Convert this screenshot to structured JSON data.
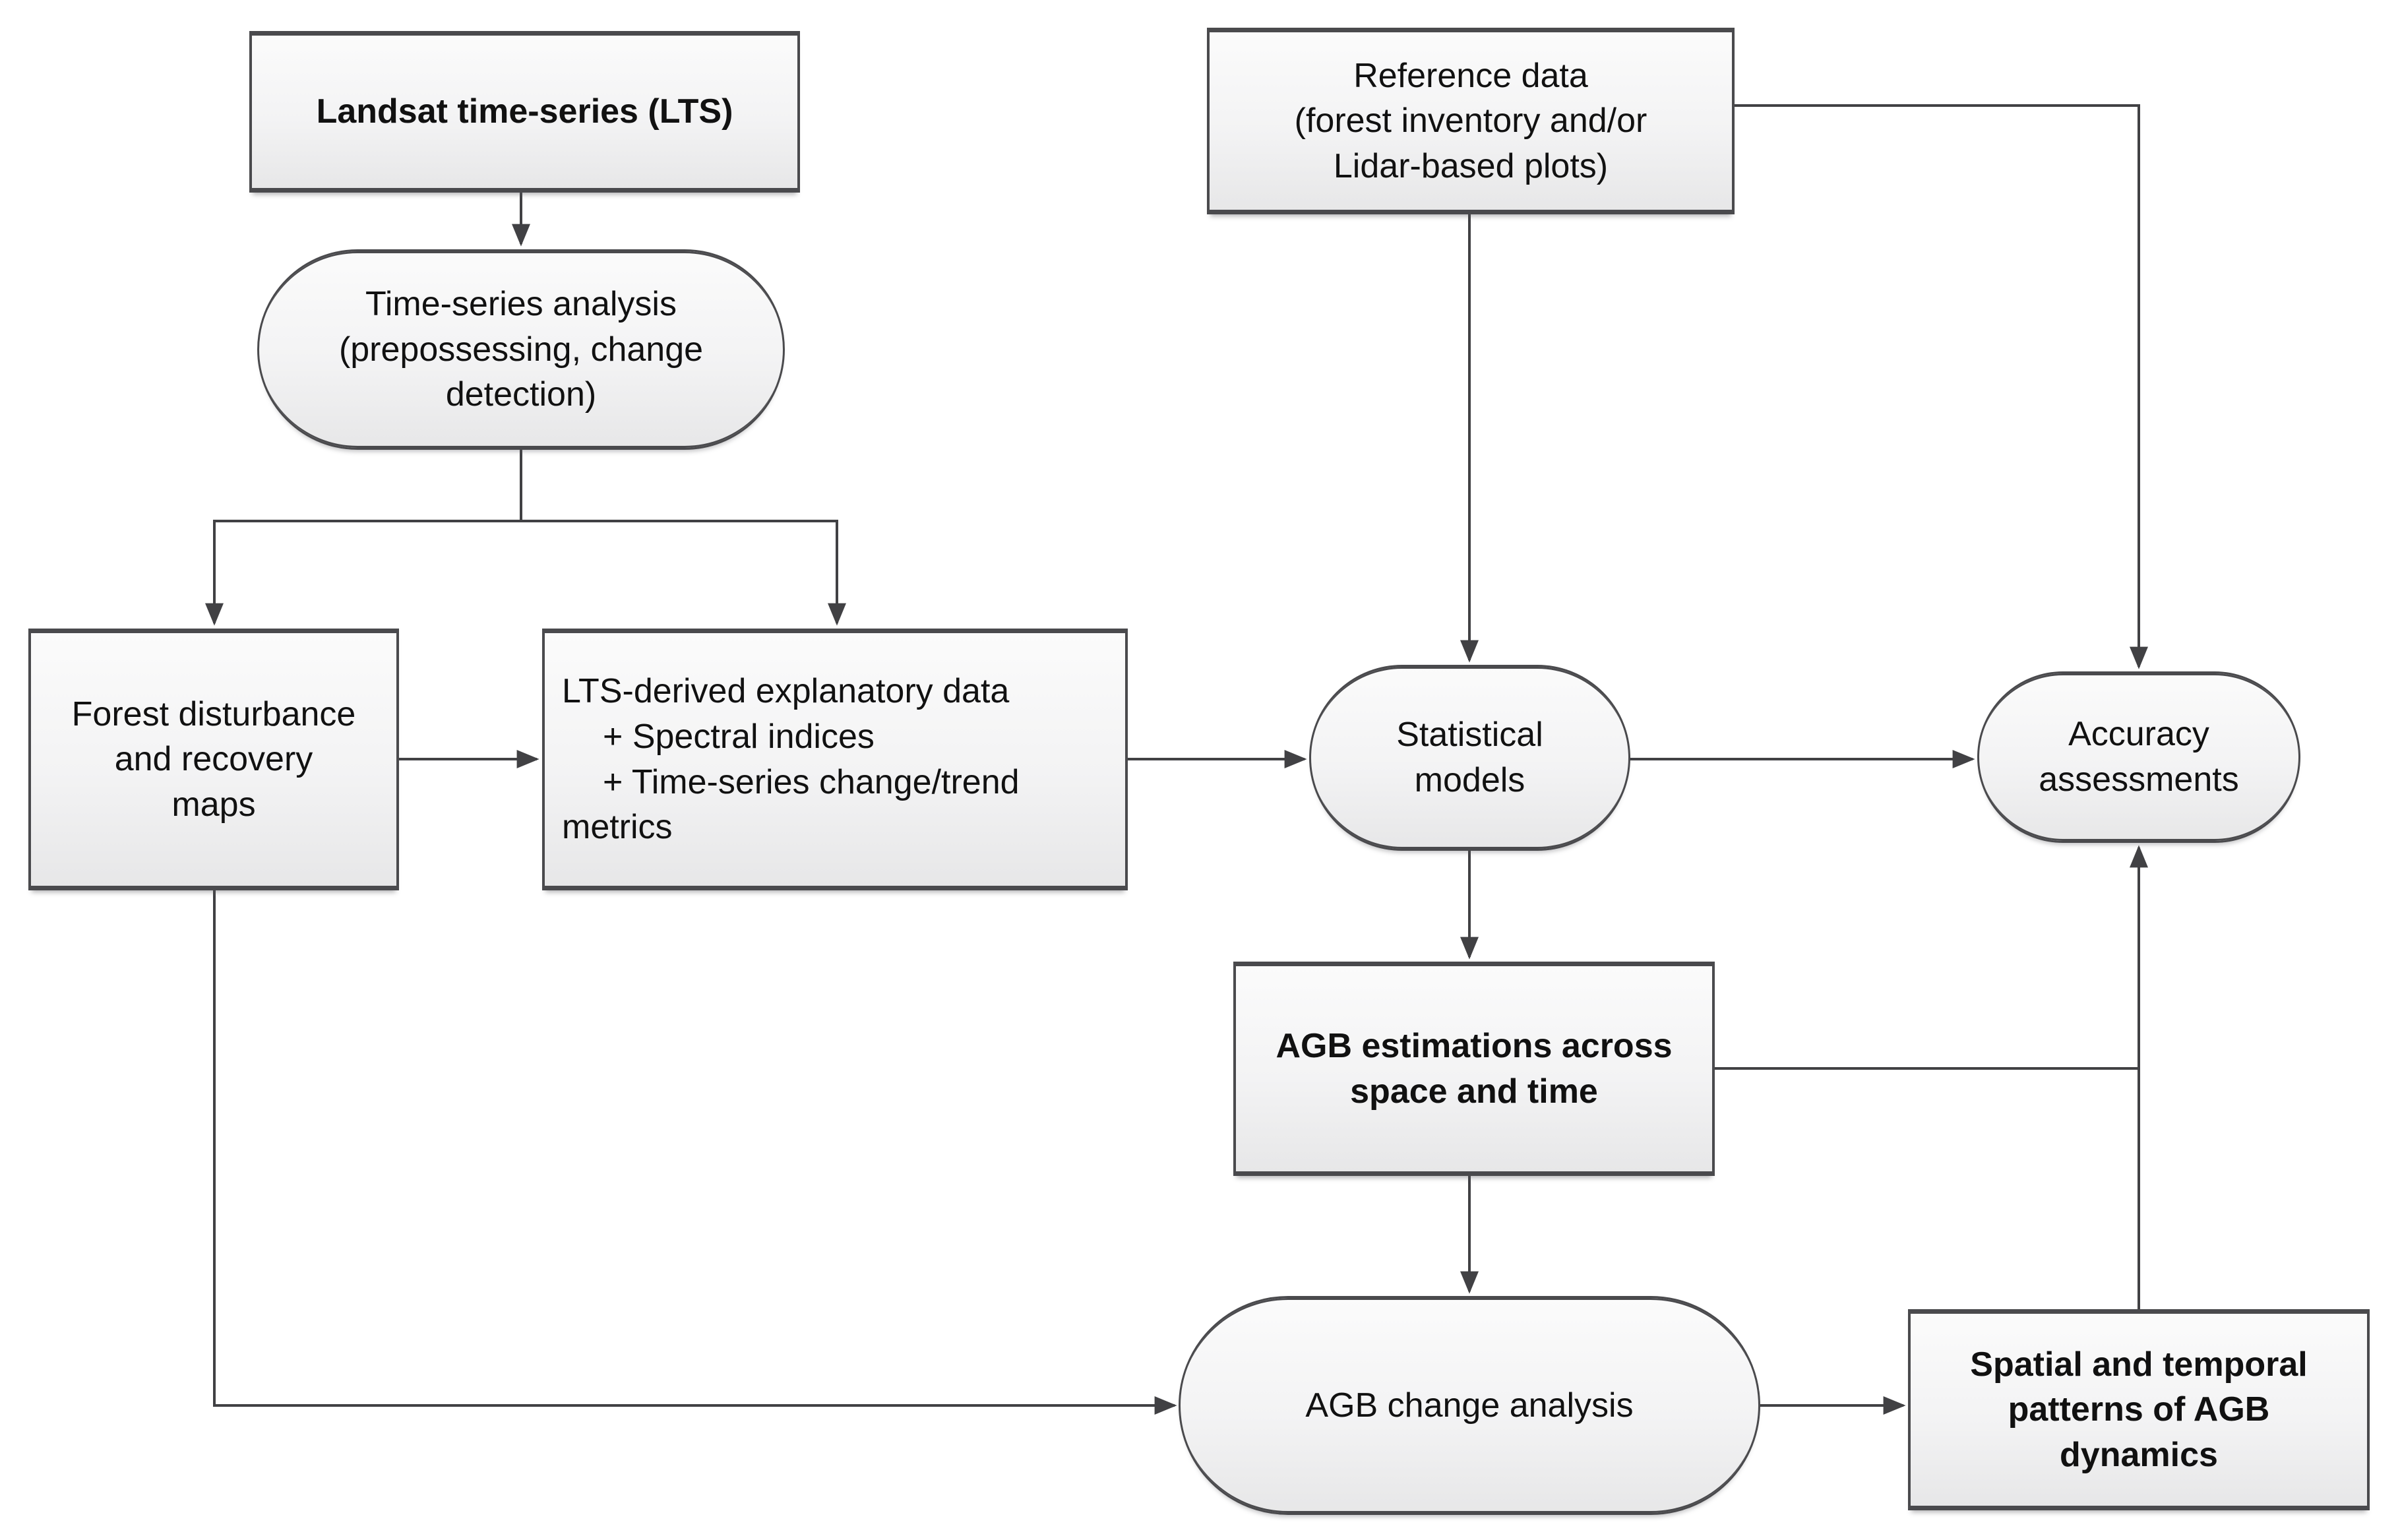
{
  "figure": {
    "title_semantic": "Landsat time-series AGB estimation workflow flowchart",
    "colors": {
      "border": "#4a4a4d",
      "arrow": "#414144",
      "fill_top": "#fbfbfb",
      "fill_bottom": "#e7e7e8",
      "text": "#111111",
      "background": "#ffffff"
    },
    "nodes": {
      "lts": {
        "shape": "rectangle",
        "bold": true,
        "lines": [
          "Landsat time-series (LTS)"
        ]
      },
      "reference": {
        "shape": "rectangle",
        "bold": false,
        "lines": [
          "Reference data",
          "(forest inventory and/or",
          "Lidar-based plots)"
        ]
      },
      "ts_analysis": {
        "shape": "stadium",
        "bold": false,
        "lines": [
          "Time-series analysis",
          "(prepossessing, change",
          "detection)"
        ]
      },
      "forest": {
        "shape": "rectangle",
        "bold": false,
        "lines": [
          "Forest disturbance",
          "and recovery",
          "maps"
        ]
      },
      "lts_derived": {
        "shape": "rectangle",
        "bold": false,
        "lines": [
          "LTS-derived explanatory data",
          "+ Spectral indices",
          "+ Time-series change/trend",
          "metrics"
        ]
      },
      "stat_models": {
        "shape": "stadium",
        "bold": false,
        "lines": [
          "Statistical",
          "models"
        ]
      },
      "accuracy": {
        "shape": "stadium",
        "bold": false,
        "lines": [
          "Accuracy",
          "assessments"
        ]
      },
      "agb_est": {
        "shape": "rectangle",
        "bold": true,
        "lines": [
          "AGB estimations across",
          "space and time"
        ]
      },
      "agb_change": {
        "shape": "stadium",
        "bold": false,
        "lines": [
          "AGB change analysis"
        ]
      },
      "spatial": {
        "shape": "rectangle",
        "bold": true,
        "lines": [
          "Spatial and temporal",
          "patterns of AGB",
          "dynamics"
        ]
      }
    },
    "edges": [
      "lts -> ts_analysis",
      "ts_analysis -> forest",
      "ts_analysis -> lts_derived",
      "forest -> lts_derived",
      "lts_derived -> stat_models",
      "reference -> stat_models",
      "reference -> accuracy",
      "stat_models -> accuracy",
      "stat_models -> agb_est",
      "agb_est -> accuracy",
      "spatial -> accuracy",
      "agb_est -> agb_change",
      "forest -> agb_change",
      "agb_change -> spatial"
    ]
  }
}
